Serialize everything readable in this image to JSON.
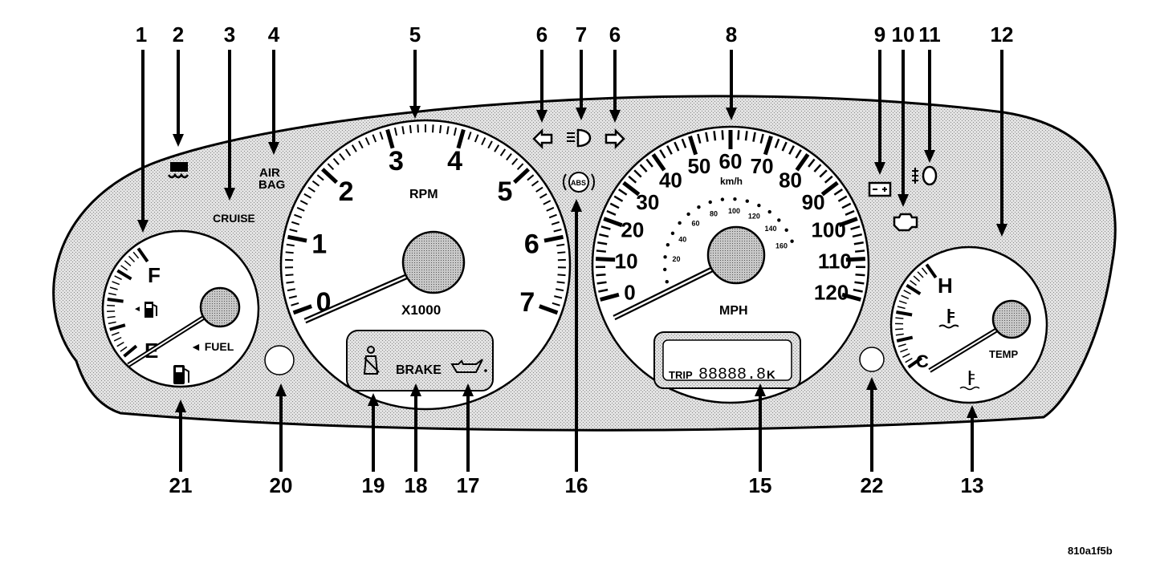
{
  "callouts": {
    "top": [
      "1",
      "2",
      "3",
      "4",
      "5",
      "6",
      "7",
      "6",
      "8",
      "9",
      "10",
      "11",
      "12"
    ],
    "bottom": [
      "21",
      "20",
      "19",
      "18",
      "17",
      "16",
      "15",
      "22",
      "13"
    ]
  },
  "fuel_gauge": {
    "full_label": "F",
    "empty_label": "E",
    "fuel_label": "◄ FUEL"
  },
  "tachometer": {
    "numbers": [
      "0",
      "1",
      "2",
      "3",
      "4",
      "5",
      "6",
      "7"
    ],
    "rpm_label": "RPM",
    "multiplier_label": "X1000"
  },
  "speedometer": {
    "mph_numbers": [
      "0",
      "10",
      "20",
      "30",
      "40",
      "50",
      "60",
      "70",
      "80",
      "90",
      "100",
      "110",
      "120"
    ],
    "kmh_numbers": [
      "20",
      "40",
      "60",
      "80",
      "100",
      "120",
      "140",
      "160"
    ],
    "kmh_label": "km/h",
    "mph_label": "MPH"
  },
  "temp_gauge": {
    "hot_label": "H",
    "cold_label": "C",
    "temp_label": "TEMP"
  },
  "warning_labels": {
    "cruise": "CRUISE",
    "airbag_line1": "AIR",
    "airbag_line2": "BAG",
    "brake": "BRAKE",
    "abs": "ABS"
  },
  "odometer": {
    "trip_label": "TRIP",
    "reading": "88888.8",
    "unit": "K"
  },
  "figure_code": "810a1f5b",
  "colors": {
    "panel": "#d6d6d6",
    "ink": "#000000",
    "dial_face": "#ffffff"
  }
}
